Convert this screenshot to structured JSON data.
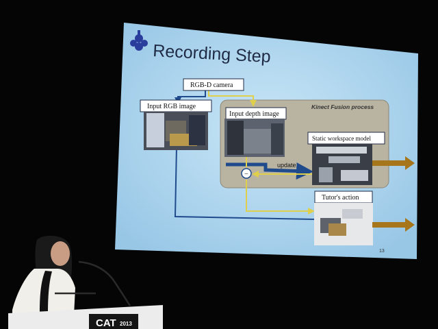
{
  "slide": {
    "title": "Recording Step",
    "page_number": "13",
    "diagram": {
      "camera_label": "RGB-D camera",
      "rgb_label": "Input RGB image",
      "depth_label": "Input depth image",
      "process_label": "Kinect Fusion process",
      "model_label": "Static workspace model",
      "update_label": "update",
      "action_label": "Tutor's action",
      "minus_symbol": "−"
    }
  },
  "podium": {
    "logo_text": "CAT",
    "logo_year": "2013"
  },
  "colors": {
    "slide_background": "#b4d8ef",
    "process_box": "#b9b3a1",
    "blue_arrow": "#1f4a8c",
    "yellow_arrow": "#e0cf4a",
    "output_arrow": "#a7751a"
  }
}
